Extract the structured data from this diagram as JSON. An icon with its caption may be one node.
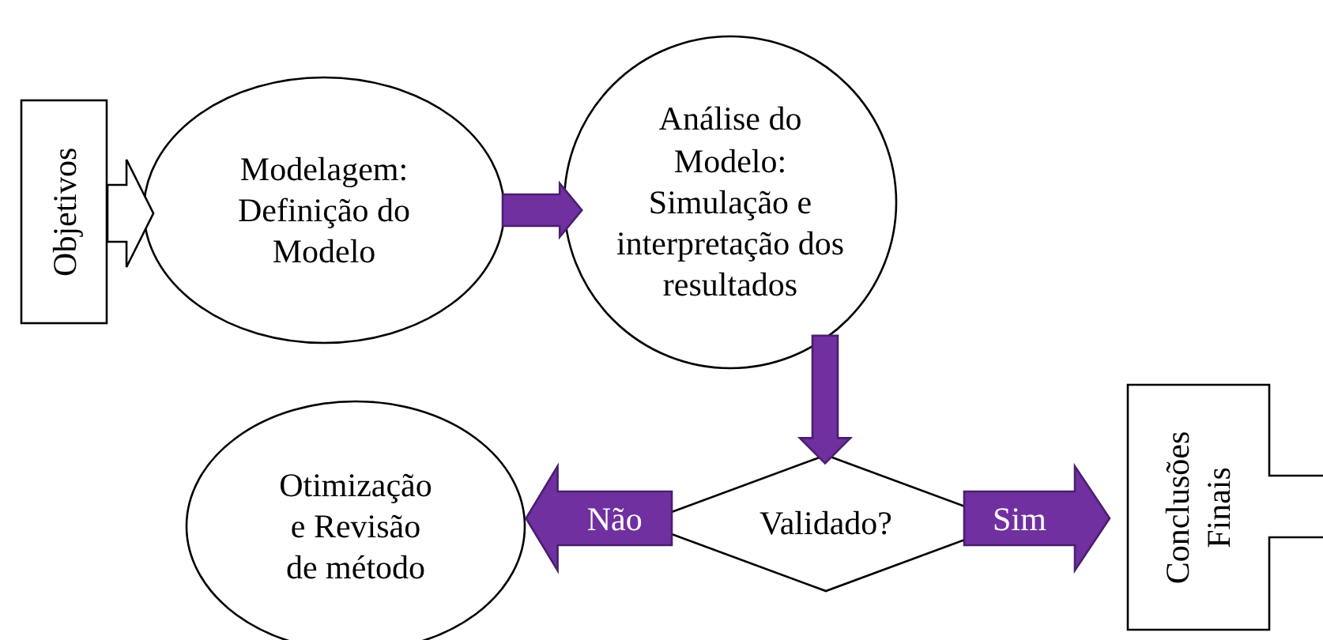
{
  "diagram": {
    "nodes": [
      {
        "text": [
          "Objetivos"
        ]
      },
      {
        "text": [
          "Modelagem: Definição do Modelo"
        ]
      },
      {
        "text": [
          "Análise do Modelo: Simulação e interpretação dos resultados"
        ]
      },
      {
        "text": [
          "Validado?"
        ]
      },
      {
        "text": [
          "Otimização e Revisão de método"
        ]
      },
      {
        "text": [
          "Conclusões Finais"
        ]
      }
    ],
    "edges": [
      {
        "from": 0,
        "to": 1,
        "arrow": "to",
        "color": "#ffffff"
      },
      {
        "from": 1,
        "to": 2,
        "arrow": "to"
      },
      {
        "from": 2,
        "to": 3,
        "arrow": "to"
      },
      {
        "from": 3,
        "to": 4,
        "arrow": "to",
        "label": "Não"
      },
      {
        "from": 3,
        "to": 5,
        "arrow": "to",
        "label": "Sim"
      }
    ]
  }
}
